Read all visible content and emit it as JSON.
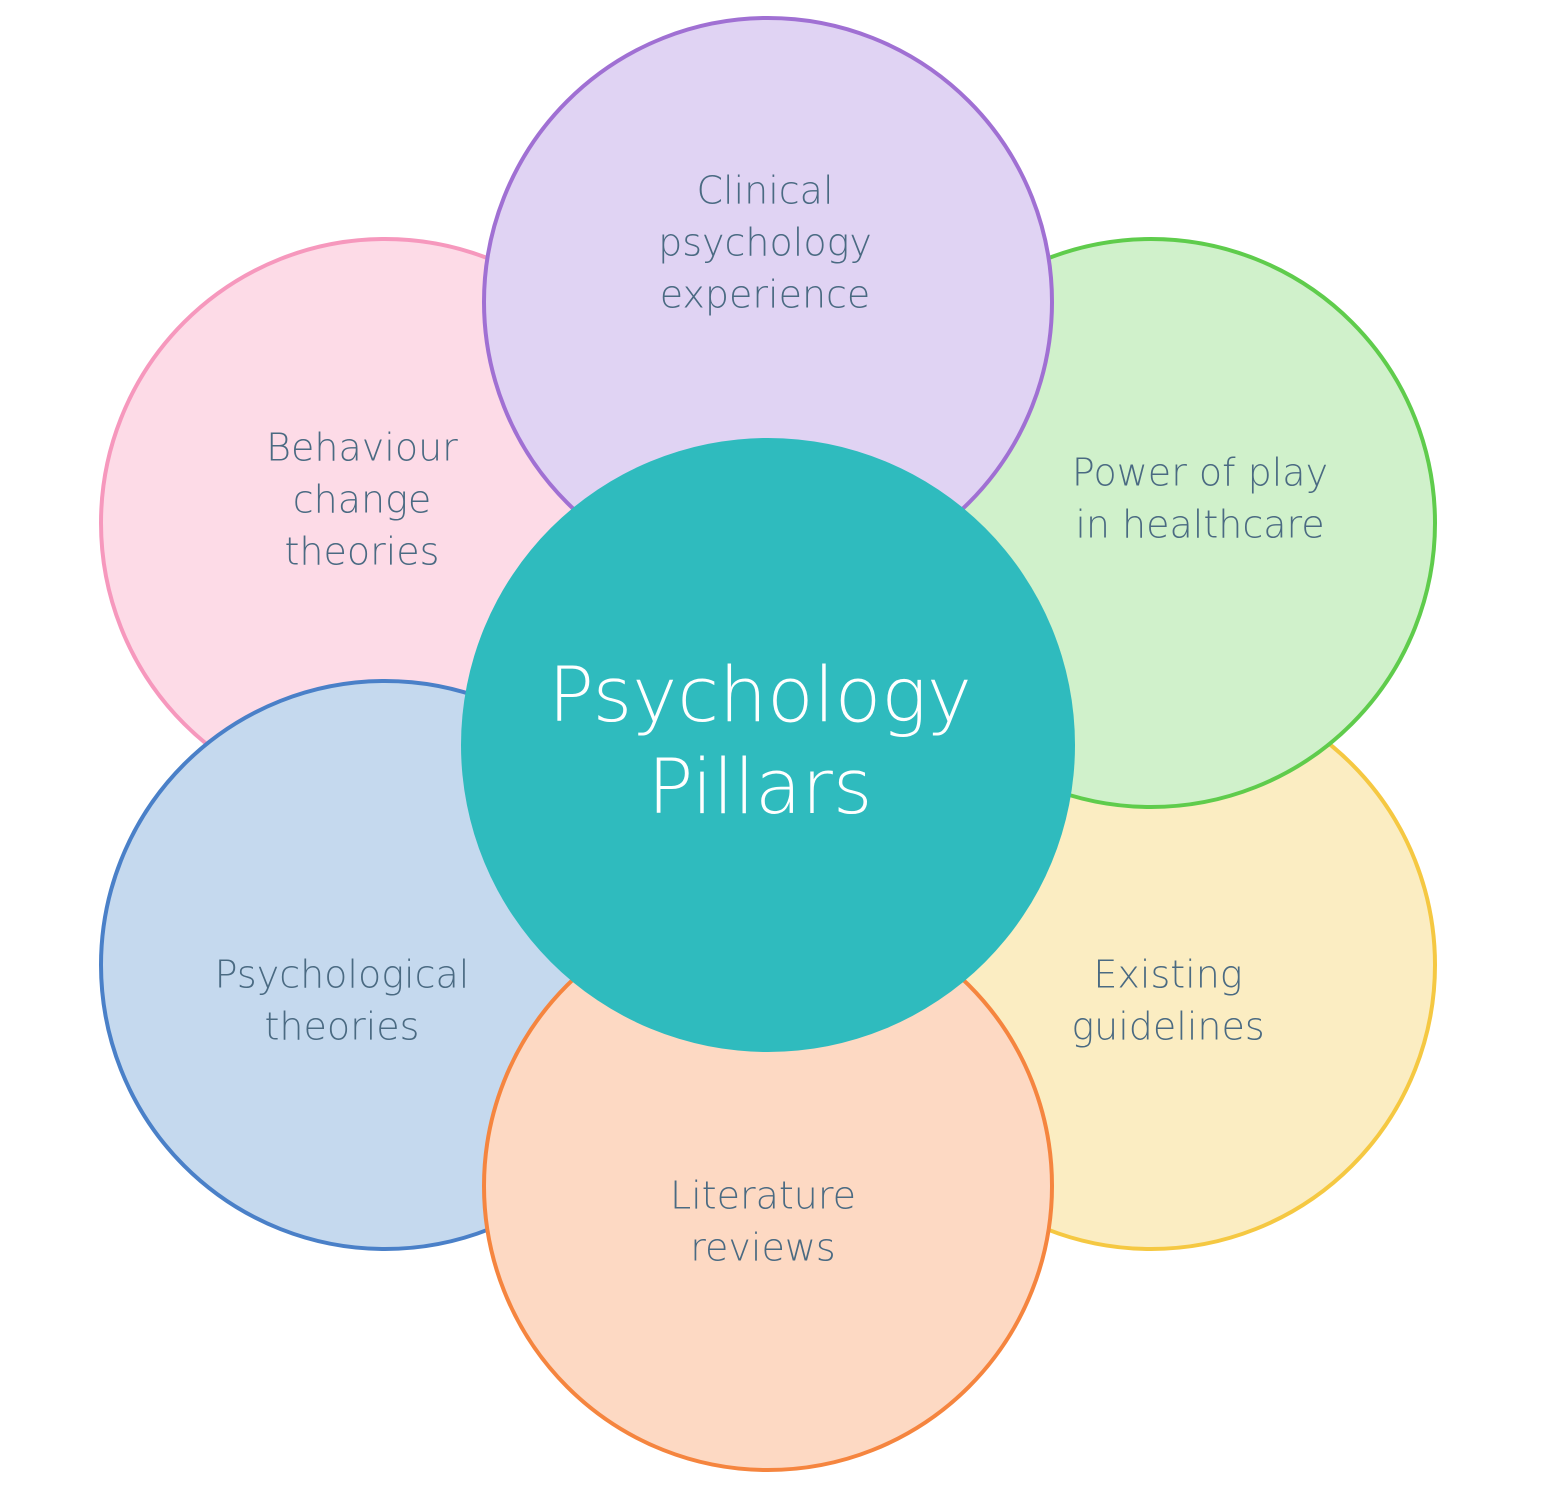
{
  "center": {
    "lines": [
      "Psychology",
      "Pillars"
    ],
    "fill": "#2fbbbe"
  },
  "petals": [
    {
      "id": "pink",
      "lines": [
        "Behaviour",
        "change",
        "theories"
      ],
      "fill": "#fddbe7",
      "stroke": "#f698bd"
    },
    {
      "id": "purple",
      "lines": [
        "Clinical",
        "psychology",
        "experience"
      ],
      "fill": "#e0d3f3",
      "stroke": "#a070d3"
    },
    {
      "id": "green",
      "lines": [
        "Power of play",
        "in healthcare"
      ],
      "fill": "#d0f1cb",
      "stroke": "#5fcc4c"
    },
    {
      "id": "yellow",
      "lines": [
        "Existing",
        "guidelines"
      ],
      "fill": "#fbedc2",
      "stroke": "#f5c842"
    },
    {
      "id": "orange",
      "lines": [
        "Literature",
        "reviews"
      ],
      "fill": "#fdd9c3",
      "stroke": "#f5853f"
    },
    {
      "id": "blue",
      "lines": [
        "Psychological",
        "theories"
      ],
      "fill": "#c5d9ee",
      "stroke": "#4a80c8"
    }
  ]
}
